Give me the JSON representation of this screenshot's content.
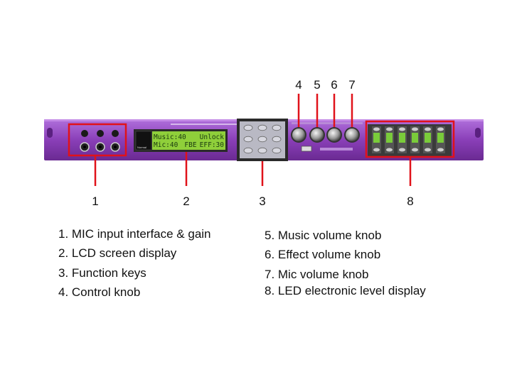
{
  "device": {
    "lcd_line1_left": "Music:40",
    "lcd_line1_right": "Unlock",
    "lcd_line2_left": "Mic:40",
    "lcd_line2_mid": "FBE",
    "lcd_line2_right": "EFF:30",
    "small_badge": "Normal"
  },
  "callouts": {
    "n1": "1",
    "n2": "2",
    "n3": "3",
    "n4": "4",
    "n5": "5",
    "n6": "6",
    "n7": "7",
    "n8": "8"
  },
  "legend": {
    "left": [
      "1. MIC input interface & gain",
      "2. LCD screen display",
      "3. Function keys",
      "4. Control knob"
    ],
    "right": [
      "5. Music volume knob",
      "6. Effect volume knob",
      "7. Mic volume knob",
      "8. LED electronic level display"
    ]
  },
  "colors": {
    "panel": "#8a3fb8",
    "highlight": "#e0121a",
    "lcd": "#8fcf3a"
  }
}
